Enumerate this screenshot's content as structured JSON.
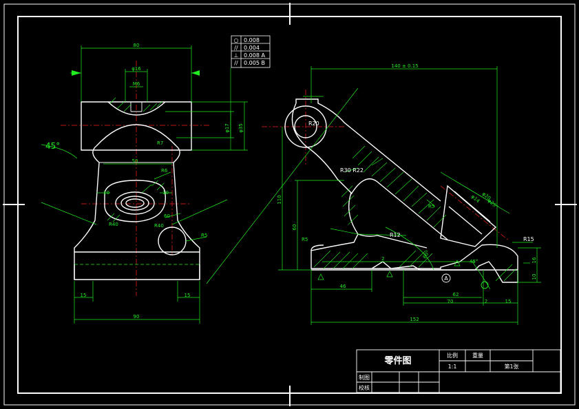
{
  "views": {
    "front": {
      "dims": {
        "width_top": "80",
        "bore_small": "φ16",
        "thread": "M6",
        "bore_mid": "φ17",
        "bore_outer": "φ35",
        "angle": "45°",
        "r7": "R7",
        "base_gap": "50",
        "r6": "R6",
        "gap_left": "10",
        "gap_right": "10",
        "r40_left": "R40",
        "r40_right": "R40",
        "depth60": "60",
        "r5": "R5",
        "foot_left": "15",
        "foot_right": "15",
        "base_width": "90"
      }
    },
    "side": {
      "dims": {
        "top_len": "140 ± 0.15",
        "height60": "60",
        "height_total": "110",
        "r20": "R20",
        "r30_r22": "R30 R22",
        "r12": "R12",
        "r5a": "R5",
        "r5b": "R5",
        "dia_a": "φ20",
        "dia_b": "φ25",
        "dia_c": "φ14",
        "r15": "R15",
        "len46": "46",
        "len62": "62",
        "len70": "70",
        "len152": "152",
        "gap2": "2",
        "len15": "15",
        "h16": "16",
        "h10": "10",
        "ang60": "60°",
        "ang45": "45°",
        "datum": "A",
        "v2": "2"
      }
    }
  },
  "tolerance_frame": {
    "rows": [
      {
        "symbol": "○",
        "value": "0.008"
      },
      {
        "symbol": "//",
        "value": "0.004"
      },
      {
        "symbol": "⊥",
        "value": "0.008 A"
      },
      {
        "symbol": "//",
        "value": "0.005 B"
      }
    ]
  },
  "title_block": {
    "title": "零件图",
    "scale_label": "比例",
    "weight_label": "重量",
    "scale_value": "1:1",
    "sheet_label": "第1张",
    "drawn_label": "制图",
    "checked_label": "校核"
  }
}
